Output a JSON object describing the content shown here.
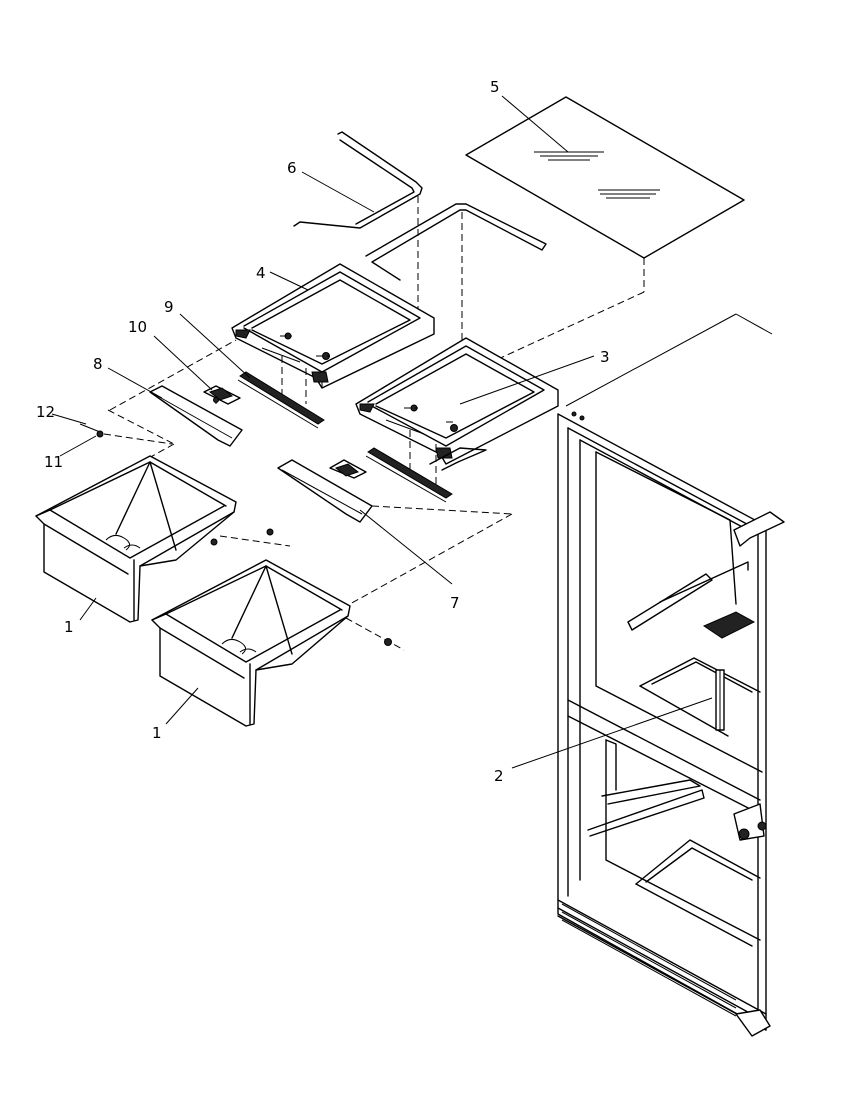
{
  "callouts": {
    "c1a": "1",
    "c1b": "1",
    "c2": "2",
    "c3": "3",
    "c4": "4",
    "c5": "5",
    "c6": "6",
    "c7": "7",
    "c8": "8",
    "c9": "9",
    "c10": "10",
    "c11": "11",
    "c12": "12"
  }
}
